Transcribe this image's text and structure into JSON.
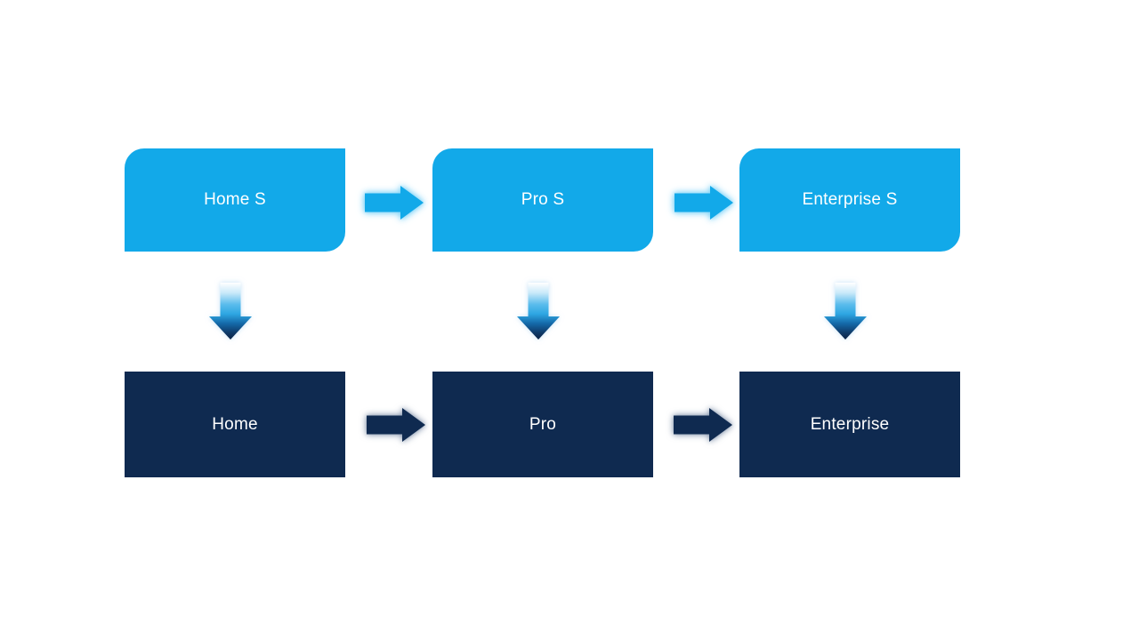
{
  "diagram": {
    "colors": {
      "background": "#FFFFFF",
      "top_box_fill": "#12A9E9",
      "bottom_box_fill": "#0F2A50",
      "label_text": "#FFFFFF",
      "top_arrow_fill": "#12A9E9",
      "bottom_arrow_fill": "#0F2A50",
      "down_arrow_gradient_top": "#FFFFFF",
      "down_arrow_gradient_mid": "#2EA6E2",
      "down_arrow_gradient_bottom": "#0C2344"
    },
    "columns": [
      {
        "top_label": "Home S",
        "bottom_label": "Home"
      },
      {
        "top_label": "Pro S",
        "bottom_label": "Pro"
      },
      {
        "top_label": "Enterprise S",
        "bottom_label": "Enterprise"
      }
    ]
  }
}
